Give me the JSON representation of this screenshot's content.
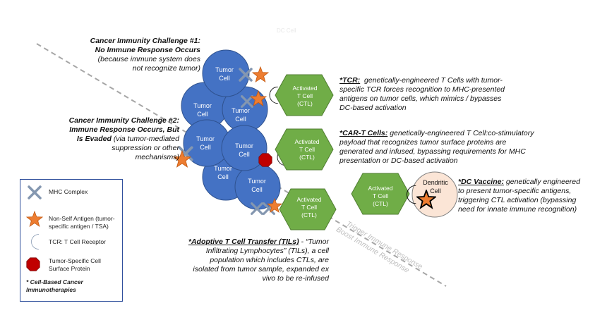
{
  "top_faint_text": "DC Cell",
  "challenge1": {
    "title_line1": "Cancer Immunity Challenge #1:",
    "title_line2": "No Immune Response Occurs",
    "note_line1": "(because immune system does",
    "note_line2": "not recognize tumor)"
  },
  "challenge2": {
    "title_line1": "Cancer Immunity Challenge #2:",
    "title_line2": "Immune Response Occurs, But",
    "title_line3": "Is Evaded",
    "note_line3": "(via tumor-mediated",
    "note_line4": "suppression or other",
    "note_line5": "mechanisms)"
  },
  "cells": {
    "tumor_line1": "Tumor",
    "tumor_line2": "Cell",
    "activated_line1": "Activated",
    "activated_line2": "T Cell",
    "activated_line3": "(CTL)",
    "dendritic_line1": "Dendritic",
    "dendritic_line2": "Cell"
  },
  "tcr": {
    "label": "*TCR:",
    "line1": "genetically-engineered T Cells with tumor-",
    "line2": "specific TCR forces recognition to MHC-presented",
    "line3": "antigens on tumor cells, which mimics / bypasses",
    "line4": "DC-based activation"
  },
  "cart": {
    "label": "*CAR-T Cells:",
    "line1": "genetically-engineered T Cell:co-stimulatory",
    "line2": "payload that recognizes tumor surface proteins are",
    "line3": "generated and infused, bypassing requirements for MHC",
    "line4": "presentation or DC-based activation"
  },
  "dc_vaccine": {
    "label": "*DC Vaccine:",
    "line1": "genetically engineered",
    "line2": "to present tumor-specific antigens,",
    "line3": "triggering CTL activation (bypassing",
    "line4": "need for innate immune recognition)"
  },
  "act": {
    "label": "*Adoptive T Cell Transfer (TILs)",
    "line1_rest": " - “Tumor",
    "line2": "Infiltrating Lymphocytes” (TILs), a cell",
    "line3": "population which includes CTLs, are",
    "line4": "isolated from tumor sample, expanded ex",
    "line5": "vivo to be re-infused"
  },
  "diagonal": {
    "line1": "Trigger Immune Response",
    "line2": "Boost Immune Response"
  },
  "legend": {
    "mhc": "MHC Complex",
    "antigen_line1": "Non-Self Antigen (tumor-",
    "antigen_line2": "specific antigen / TSA)",
    "tcr": "TCR: T Cell Receptor",
    "surface_line1": "Tumor-Specific Cell",
    "surface_line2": "Surface Protein",
    "footnote_line1": "* Cell-Based Cancer",
    "footnote_line2": "Immunotherapies"
  },
  "colors": {
    "tumor_fill": "#4472c4",
    "tumor_stroke": "#2f528f",
    "tcell_fill": "#70ad47",
    "tcell_stroke": "#507e32",
    "antigen": "#ed7d31",
    "tcr_orange": "#ed7d31",
    "tcr_red": "#c00000",
    "mhc_gray": "#8497b0",
    "surface_red": "#c00000",
    "dendritic_fill": "#fbe5d6",
    "dashed_line": "#a6a6a6",
    "legend_border": "#2f4f9c"
  }
}
